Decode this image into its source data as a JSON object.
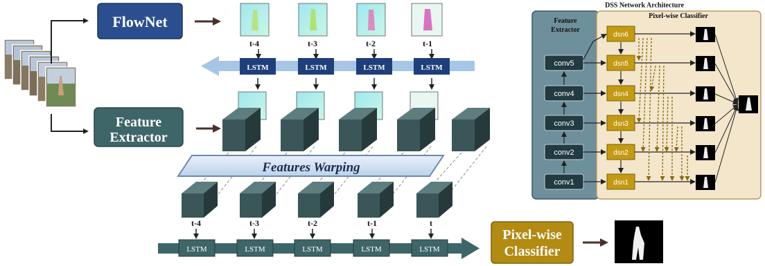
{
  "left": {
    "flownet_label": "FlowNet",
    "feature_extractor_label_1": "Feature",
    "feature_extractor_label_2": "Extractor",
    "warping_label": "Features Warping",
    "classifier_label_1": "Pixel-wise",
    "classifier_label_2": "Classifier",
    "lstm_label": "LSTM",
    "flow_time_labels": [
      "t-4",
      "t-3",
      "t-2",
      "t-1"
    ],
    "feature_time_labels": [
      "t-4",
      "t-3",
      "t-2",
      "t-1",
      "t"
    ]
  },
  "dss": {
    "title": "DSS Network Architecture",
    "extractor_title_1": "Feature",
    "extractor_title_2": "Extractor",
    "classifier_title": "Pixel-wise Classifier",
    "conv_labels": [
      "conv5",
      "conv4",
      "conv3",
      "conv2",
      "conv1"
    ],
    "dsn_labels": [
      "dsn6",
      "dsn5",
      "dsn4",
      "dsn3",
      "dsn2",
      "dsn1"
    ]
  },
  "colors": {
    "flownet": "#2b4f8e",
    "teal": "#3e6668",
    "lstm_blue": "#1f3f7a",
    "lstm_arrow": "#a7c6e5",
    "classifier_gold": "#b38a12",
    "dsn_gold": "#c39a12",
    "dss_extractor_bg": "#6e8f9c",
    "dss_classifier_bg": "#f3e6cb"
  }
}
